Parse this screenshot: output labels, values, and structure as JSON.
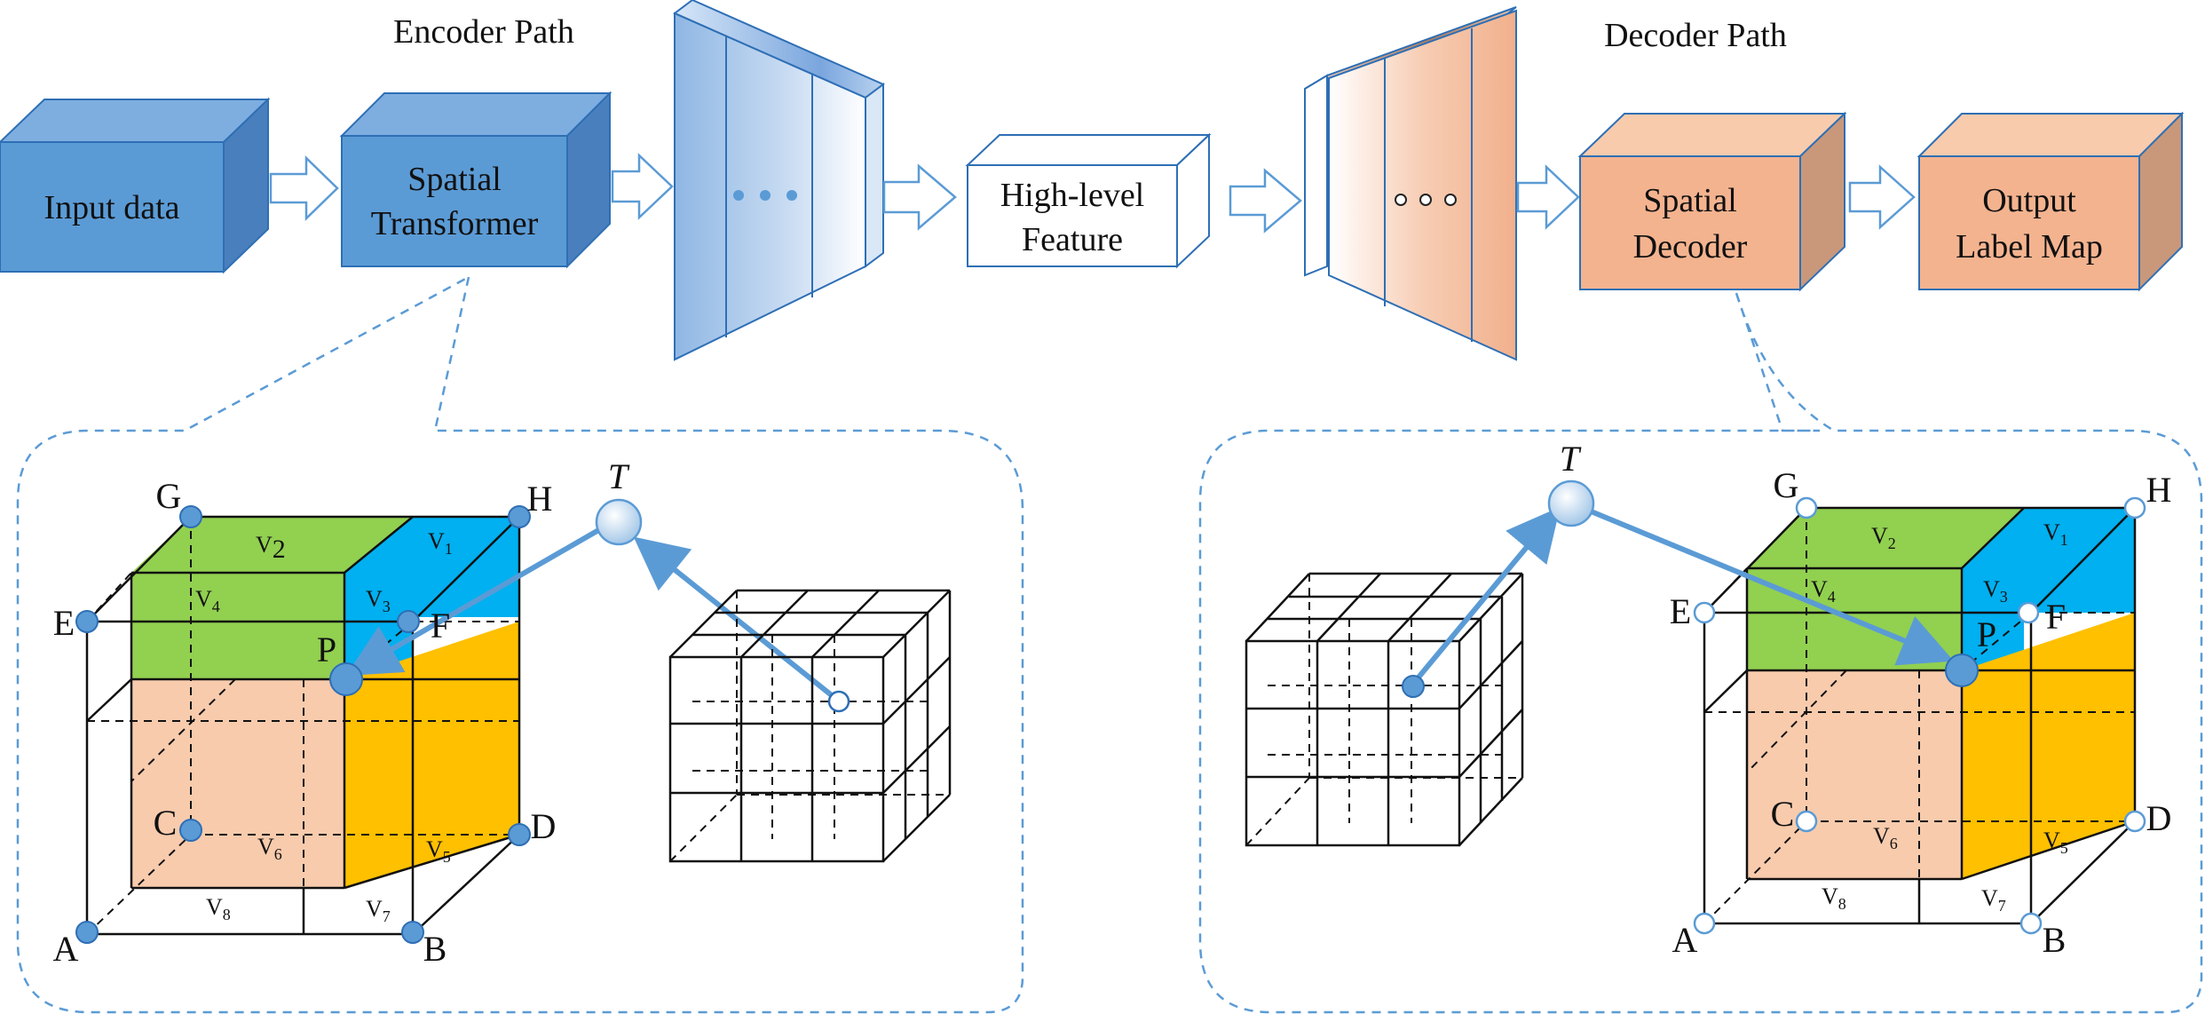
{
  "header": {
    "encoder_path": "Encoder Path",
    "decoder_path": "Decoder Path"
  },
  "blocks": {
    "input_data": "Input data",
    "spatial_transformer": [
      "Spatial",
      "Transformer"
    ],
    "high_level_feature": [
      "High-level",
      "Feature"
    ],
    "spatial_decoder": [
      "Spatial",
      "Decoder"
    ],
    "output_label_map": [
      "Output",
      "Label Map"
    ],
    "encoder_dots": "• • •",
    "decoder_dots": "○ ○ ○"
  },
  "cube": {
    "corners": {
      "G": "G",
      "H": "H",
      "E": "E",
      "F": "F",
      "C": "C",
      "D": "D",
      "A": "A",
      "B": "B",
      "P": "P",
      "T": "T"
    },
    "v_base": "V",
    "v_subs": [
      "1",
      "2",
      "3",
      "4",
      "5",
      "6",
      "7",
      "8"
    ]
  },
  "colors": {
    "encoder_blue": "#5b9bd5",
    "decoder_peach": "#f4b38f",
    "green": "#92d050",
    "cyan": "#00b0f0",
    "orange": "#ffc000",
    "peach_face": "#f8cbad",
    "arrow_blue": "#5b9bd5",
    "dashed_outline": "#5b9bd5"
  }
}
